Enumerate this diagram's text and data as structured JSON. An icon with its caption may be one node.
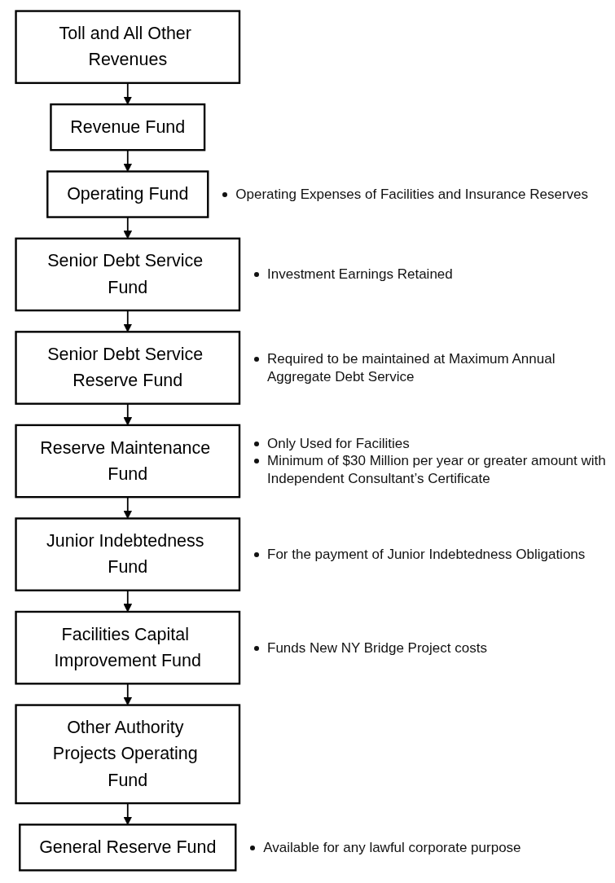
{
  "diagram": {
    "nodes": [
      {
        "text": [
          "Toll and All Other Revenues"
        ]
      },
      {
        "text": [
          "Revenue Fund"
        ]
      },
      {
        "text": [
          "Operating Fund"
        ],
        "beside": [
          "Operating Expenses of Facilities and Insurance Reserves"
        ]
      },
      {
        "text": [
          "Senior Debt Service Fund"
        ],
        "beside": [
          "Investment Earnings Retained"
        ]
      },
      {
        "text": [
          "Senior Debt Service Reserve Fund"
        ],
        "beside": [
          "Required to be maintained at Maximum Annual Aggregate Debt Service"
        ]
      },
      {
        "text": [
          "Reserve Maintenance Fund"
        ],
        "beside": [
          "Only Used for Facilities",
          "Minimum of $30 Million per year or greater amount with Independent Consultant’s Certificate"
        ]
      },
      {
        "text": [
          "Junior Indebtedness Fund"
        ],
        "beside": [
          "For the payment of Junior Indebtedness Obligations"
        ]
      },
      {
        "text": [
          "Facilities Capital Improvement Fund"
        ],
        "beside": [
          "Funds New NY Bridge Project costs"
        ]
      },
      {
        "text": [
          "Other Authority Projects Operating Fund"
        ]
      },
      {
        "text": [
          "General Reserve Fund"
        ],
        "beside": [
          "Available for any lawful corporate purpose"
        ]
      }
    ],
    "edges": [
      {
        "from": 0,
        "to": 1,
        "arrow": "to"
      },
      {
        "from": 1,
        "to": 2,
        "arrow": "to"
      },
      {
        "from": 2,
        "to": 3,
        "arrow": "to"
      },
      {
        "from": 3,
        "to": 4,
        "arrow": "to"
      },
      {
        "from": 4,
        "to": 5,
        "arrow": "to"
      },
      {
        "from": 5,
        "to": 6,
        "arrow": "to"
      },
      {
        "from": 6,
        "to": 7,
        "arrow": "to"
      },
      {
        "from": 7,
        "to": 8,
        "arrow": "to"
      },
      {
        "from": 8,
        "to": 9,
        "arrow": "to"
      }
    ]
  }
}
